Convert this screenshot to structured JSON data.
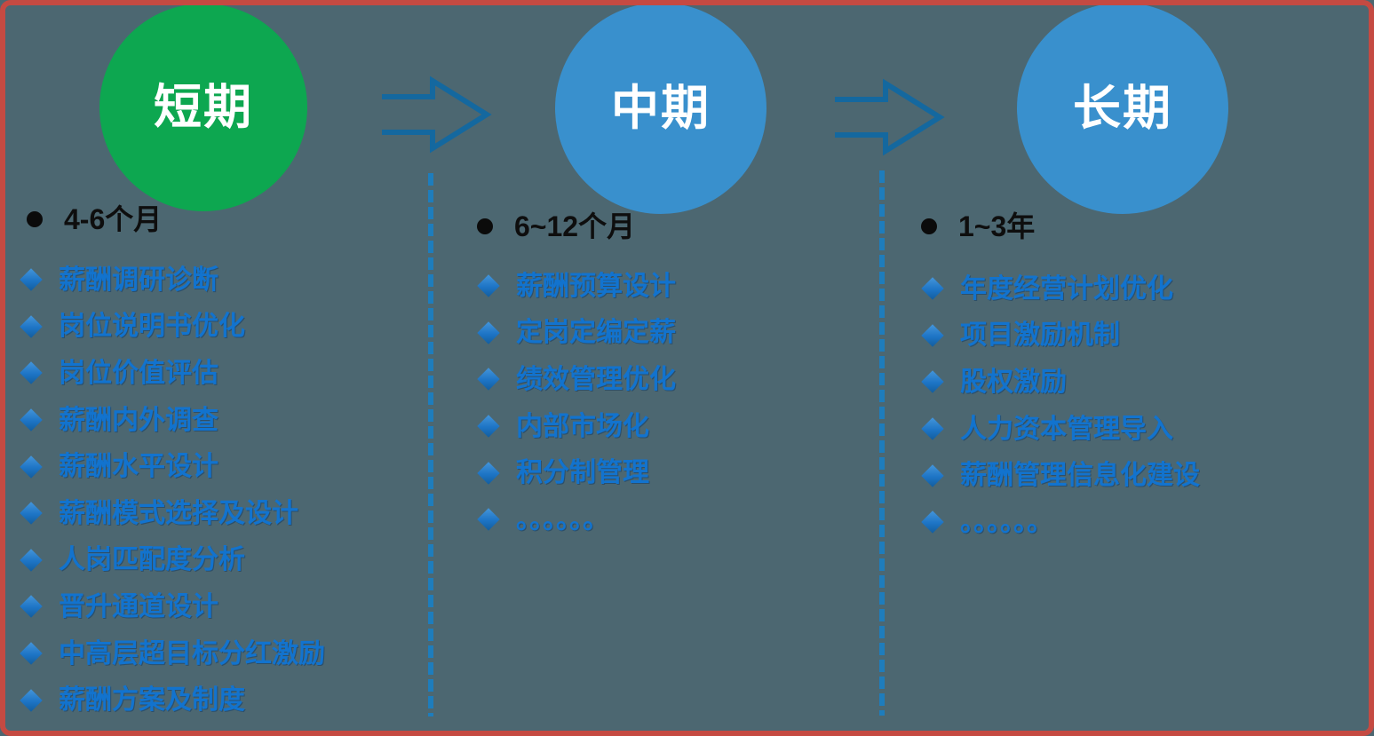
{
  "colors": {
    "background": "#4C6771",
    "border": "#C54A42",
    "arrow": "#14689F",
    "divider": "#1E7DBC",
    "diamond": "#1D74C5",
    "item_text": "#1273CE",
    "green_circle": "#0DA750",
    "blue_circle": "#3990CD"
  },
  "phases": [
    {
      "circle_label": "短期",
      "circle_color": "#0DA750",
      "duration": "4-6个月",
      "items": [
        "薪酬调研诊断",
        "岗位说明书优化",
        "岗位价值评估",
        "薪酬内外调查",
        "薪酬水平设计",
        "薪酬模式选择及设计",
        "人岗匹配度分析",
        "晋升通道设计",
        "中高层超目标分红激励",
        "薪酬方案及制度"
      ]
    },
    {
      "circle_label": "中期",
      "circle_color": "#3990CD",
      "duration": "6~12个月",
      "items": [
        "薪酬预算设计",
        "定岗定编定薪",
        "绩效管理优化",
        "内部市场化",
        "积分制管理",
        "。。。。。。"
      ]
    },
    {
      "circle_label": "长期",
      "circle_color": "#3990CD",
      "duration": "1~3年",
      "items": [
        "年度经营计划优化",
        "项目激励机制",
        "股权激励",
        "人力资本管理导入",
        "薪酬管理信息化建设",
        "。。。。。。"
      ]
    }
  ]
}
